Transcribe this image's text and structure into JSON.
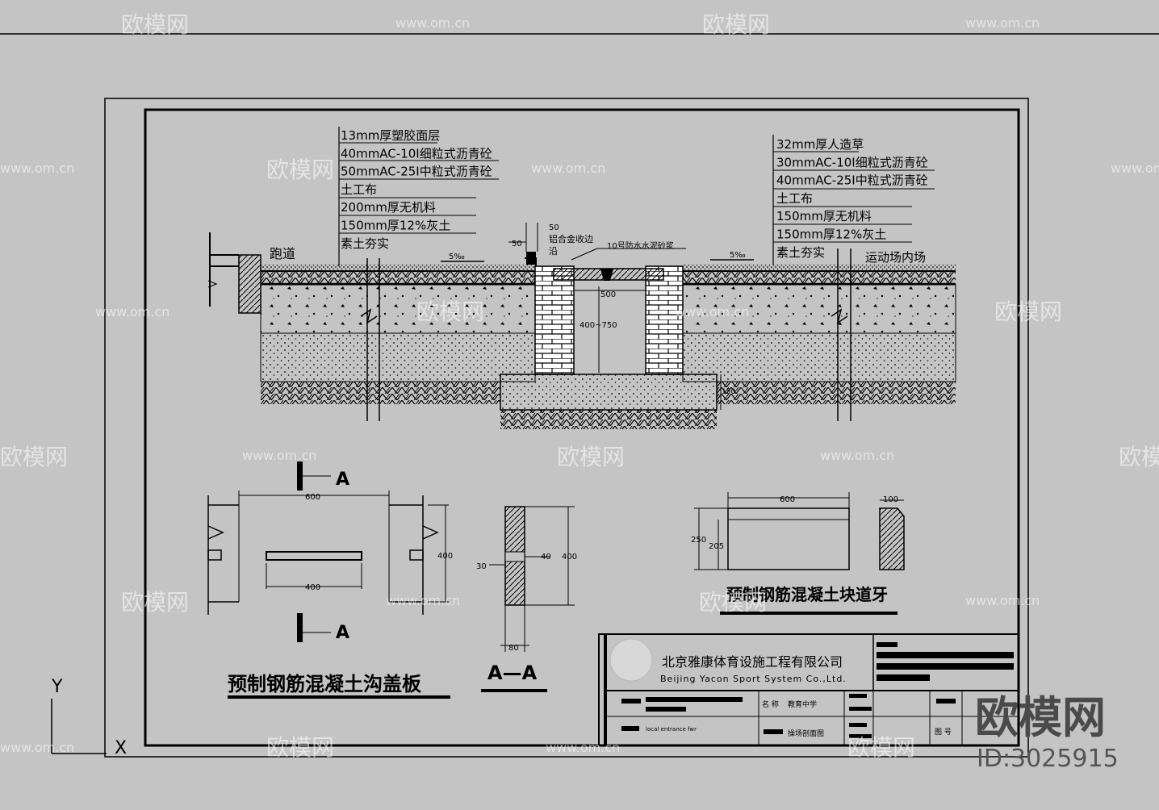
{
  "colors": {
    "background": "#c4c4c4",
    "ink": "#000000",
    "watermark": "#ffffff"
  },
  "left_layers": [
    "13mm厚塑胶面层",
    "40mmAC-10Ⅰ细粒式沥青砼",
    "50mmAC-25Ⅰ中粒式沥青砼",
    "土工布",
    "200mm厚无机料",
    "150mm厚12%灰土",
    "素土夯实"
  ],
  "right_layers": [
    "32mm厚人造草",
    "30mmAC-10Ⅰ细粒式沥青砼",
    "40mmAC-25Ⅰ中粒式沥青砼",
    "土工布",
    "150mm厚无机料",
    "150mm厚12%灰土",
    "素土夯实"
  ],
  "section": {
    "track_label": "跑道",
    "field_label": "运动场内场",
    "slope_left": "5‰",
    "slope_right": "5‰",
    "dim_50_top": "50",
    "dim_50_side": "50",
    "edge_label": "铝合金收边",
    "edge_label_2": "沿",
    "mortar_label": "10号防水水泥砂浆",
    "dim_500": "500",
    "dim_depth": "400~750",
    "dim_150": "150"
  },
  "cover_plate": {
    "marker_a": "A",
    "dim_600": "600",
    "dim_400_slot": "400",
    "dim_400_height": "400",
    "title": "预制钢筋混凝土沟盖板"
  },
  "section_aa": {
    "dim_30": "30",
    "dim_40": "40",
    "dim_400": "400",
    "dim_80": "80",
    "title": "A—A"
  },
  "curb": {
    "dim_600": "600",
    "dim_250": "250",
    "dim_205": "205",
    "dim_100": "100",
    "title": "预制钢筋混凝土块道牙"
  },
  "title_block": {
    "company_cn": "北京雅康体育设施工程有限公司",
    "company_en": "Beijing Yacon Sport System Co.,Ltd.",
    "row1_label": "名 称",
    "row1_value": "教育中学",
    "row2_value": "操场剖面图",
    "row2_label": "图 号",
    "small_text": "local entrance fwr"
  },
  "axes": {
    "y_label": "Y",
    "x_label": "X"
  },
  "watermark": {
    "brand": "欧模网",
    "site": "www.om.cn",
    "logo_text": "欧模网",
    "id_text": "ID:3025915"
  }
}
